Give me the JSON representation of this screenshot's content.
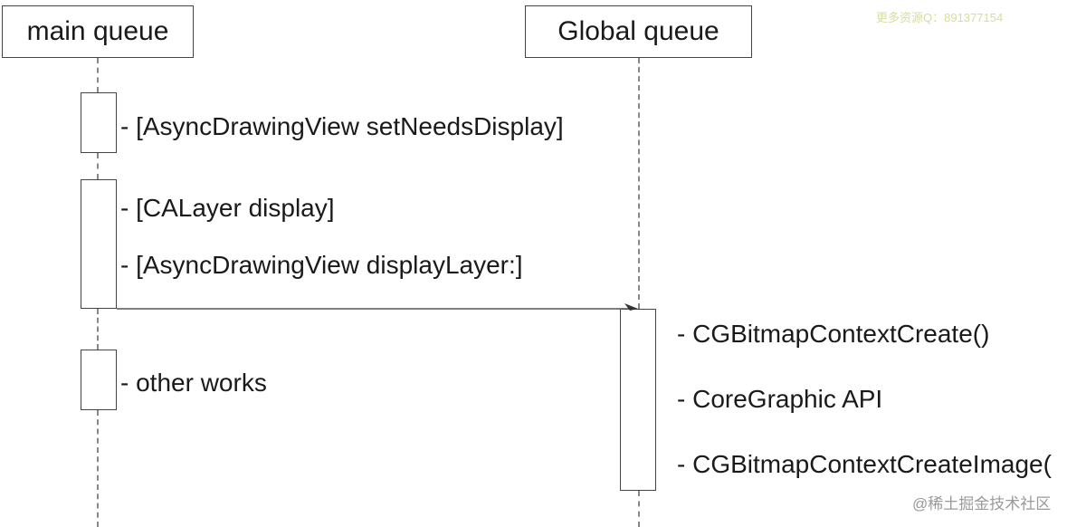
{
  "lifelines": {
    "main": "main queue",
    "global": "Global queue"
  },
  "messages": {
    "main": [
      "- [AsyncDrawingView setNeedsDisplay]",
      "- [CALayer display]",
      "- [AsyncDrawingView displayLayer:]",
      "- other works"
    ],
    "global": [
      "- CGBitmapContextCreate()",
      "- CoreGraphic API",
      "- CGBitmapContextCreateImage("
    ]
  },
  "watermarks": {
    "top": "更多资源Q：891377154",
    "bottom": "@稀土掘金技术社区"
  },
  "colors": {
    "line": "#444444",
    "dashed": "#888888",
    "watermark_top": "#d8dca0"
  }
}
